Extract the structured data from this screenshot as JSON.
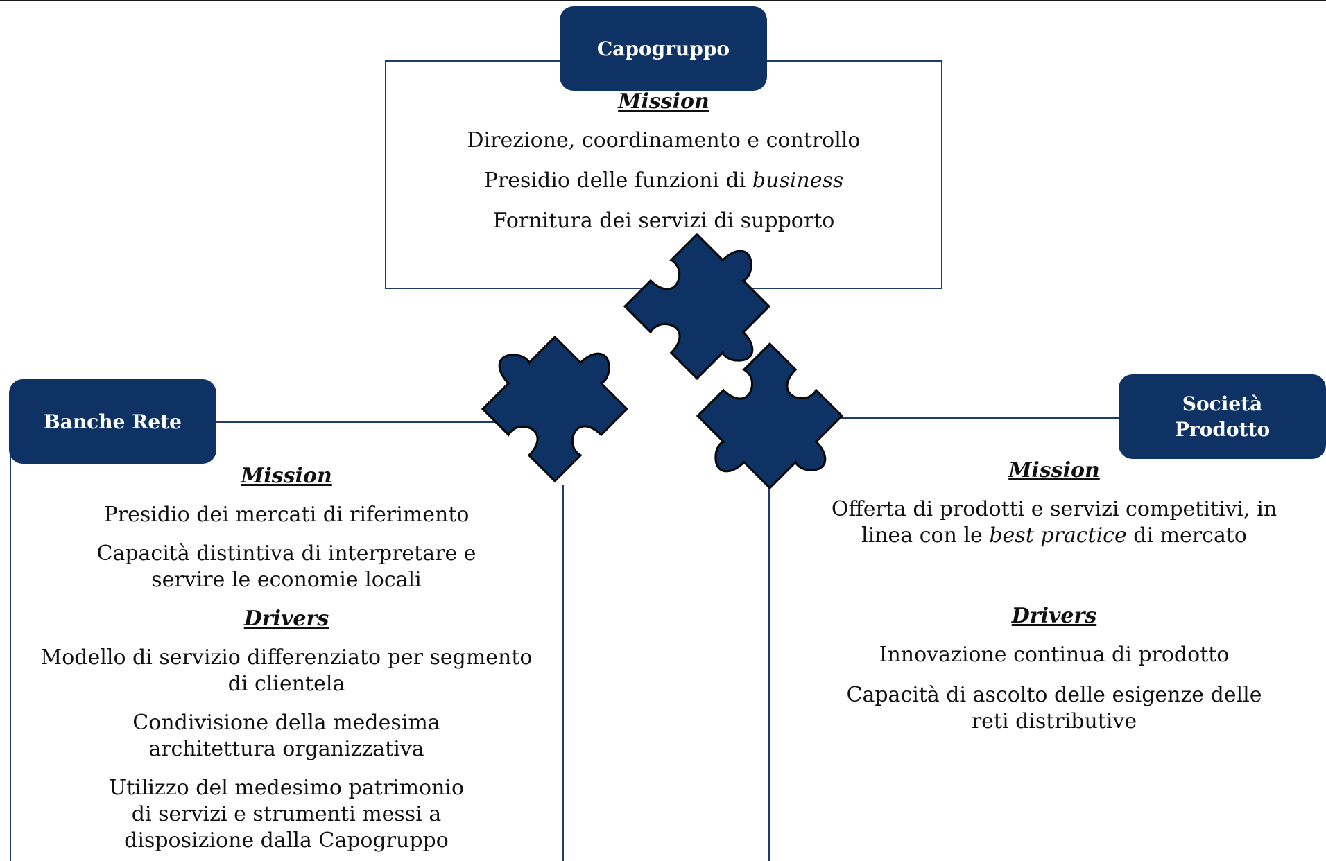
{
  "colors": {
    "navy": "#0d3263",
    "border": "#1f3b6b",
    "text": "#111111"
  },
  "capogruppo": {
    "title": "Capogruppo",
    "mission_heading": "Mission",
    "items": [
      {
        "pre": "Direzione, coordinamento e controllo",
        "em": "",
        "post": ""
      },
      {
        "pre": "Presidio delle funzioni di ",
        "em": "business",
        "post": ""
      },
      {
        "pre": "Fornitura dei servizi di supporto",
        "em": "",
        "post": ""
      }
    ]
  },
  "banche_rete": {
    "title": "Banche Rete",
    "mission_heading": "Mission",
    "mission_items": [
      "Presidio dei mercati di riferimento",
      "Capacità distintiva di interpretare e servire le economie locali"
    ],
    "drivers_heading": "Drivers",
    "drivers_items": [
      "Modello di servizio differenziato per segmento di clientela",
      "Condivisione della medesima architettura organizzativa",
      "Utilizzo del medesimo patrimonio di servizi e strumenti messi a disposizione dalla Capogruppo"
    ]
  },
  "societa_prodotto": {
    "title_line1": "Società",
    "title_line2": "Prodotto",
    "mission_heading": "Mission",
    "mission_item": {
      "pre": "Offerta di prodotti e servizi competitivi, in linea con le ",
      "em": "best practice",
      "post": " di mercato"
    },
    "drivers_heading": "Drivers",
    "drivers_items": [
      "Innovazione continua di prodotto",
      "Capacità di ascolto delle esigenze delle reti distributive"
    ]
  },
  "icons": [
    "puzzle-piece-icon"
  ]
}
